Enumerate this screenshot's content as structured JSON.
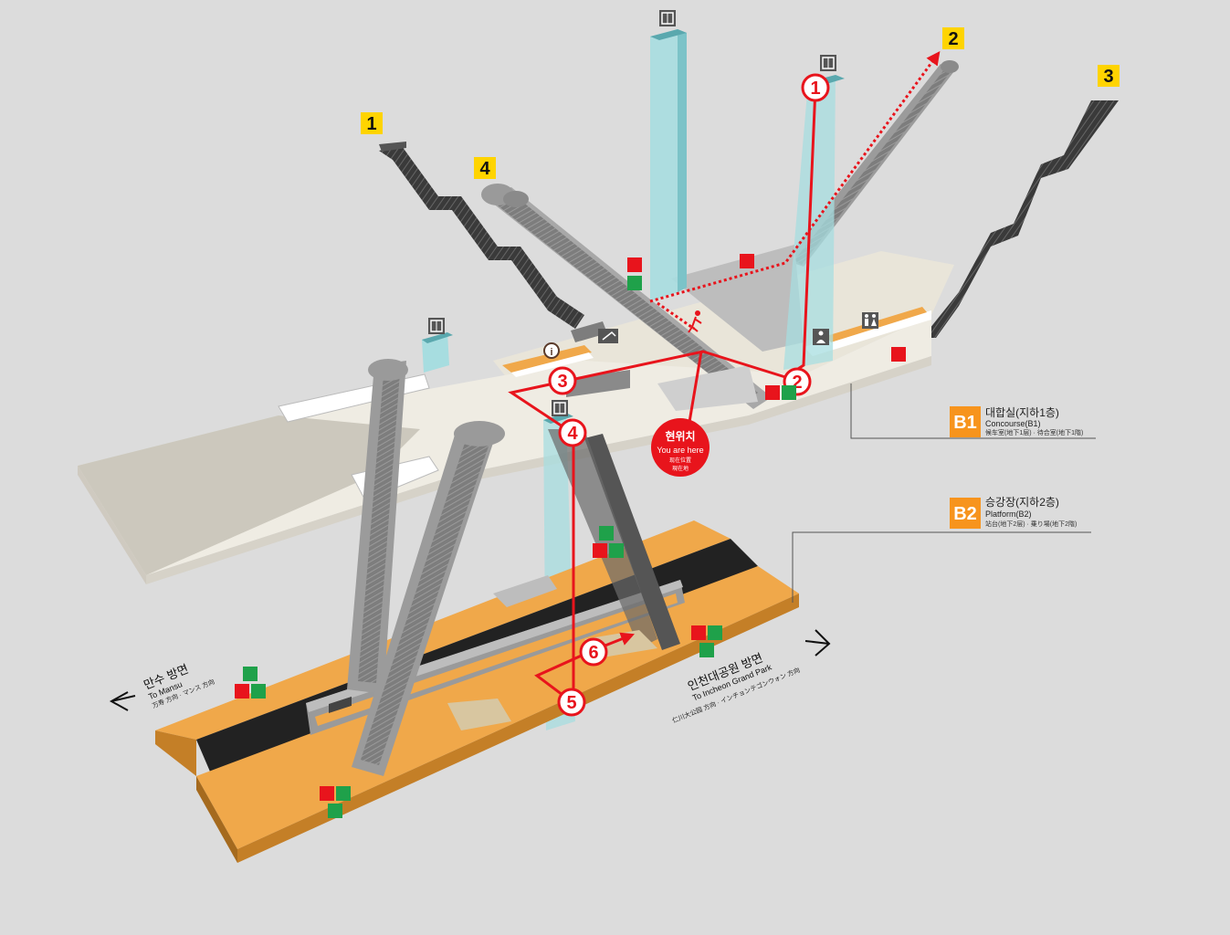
{
  "exits": [
    {
      "label": "1"
    },
    {
      "label": "2"
    },
    {
      "label": "3"
    },
    {
      "label": "4"
    }
  ],
  "steps": [
    "1",
    "2",
    "3",
    "4",
    "5",
    "6"
  ],
  "levels": {
    "b1": {
      "badge": "B1",
      "title": "대합실(지하1층)",
      "en": "Concourse(B1)",
      "sub": "候车室(地下1层) · 待合室(地下1階)"
    },
    "b2": {
      "badge": "B2",
      "title": "승강장(지하2층)",
      "en": "Platform(B2)",
      "sub": "站台(地下2层) · 乗り場(地下2階)"
    }
  },
  "you_are_here": {
    "ko": "현위치",
    "en": "You are here",
    "zh": "现在位置",
    "ja": "現在地"
  },
  "directions": {
    "left": {
      "ko": "만수 방면",
      "en": "To Mansu",
      "sub": "万寿 方向 · マンス 方向"
    },
    "right": {
      "ko": "인천대공원 방면",
      "en": "To Incheon Grand Park",
      "sub": "仁川大公园 方向 · インチョンテゴンウォン 方向"
    }
  },
  "colors": {
    "background": "#dcdcdc",
    "concourse": "#e9e5d9",
    "platform": "#f0a84a",
    "track": "#222222",
    "route": "#e8141c",
    "exit_badge": "#ffd400",
    "level_badge": "#f7941d",
    "elevator": "#a7dde0",
    "escalator": "#8f8f8f"
  },
  "icons": [
    "elevator-icon",
    "info-icon",
    "restroom-icon",
    "nursing-room-icon",
    "fire-extinguisher-icon",
    "emergency-phone-icon",
    "aed-icon",
    "wheelchair-lift-icon"
  ]
}
